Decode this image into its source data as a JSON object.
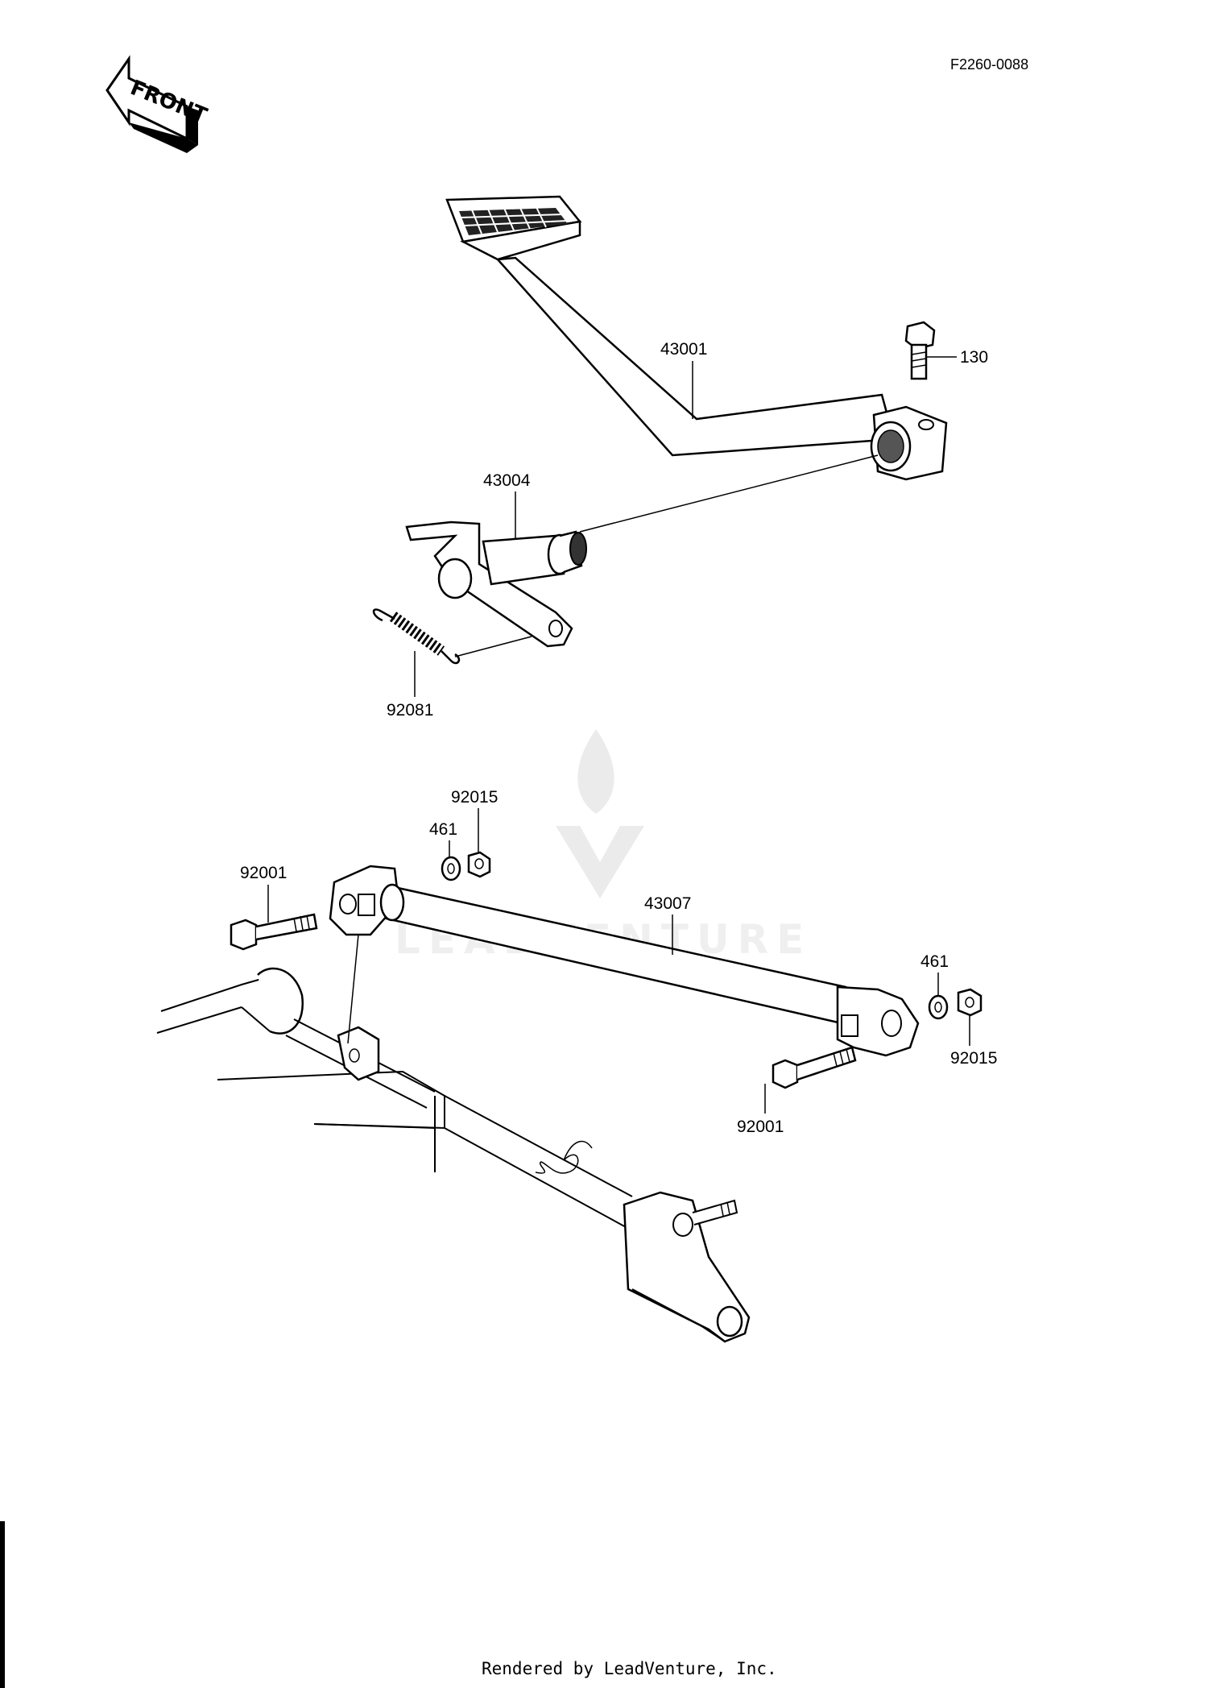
{
  "diagram_id": "F2260-0088",
  "front_label": "FRONT",
  "watermark": "LEADVENTURE",
  "footer": "Rendered by LeadVenture, Inc.",
  "callouts": {
    "c43001": "43001",
    "c130": "130",
    "c43004": "43004",
    "c92081": "92081",
    "c92015a": "92015",
    "c461a": "461",
    "c92001a": "92001",
    "c43007": "43007",
    "c461b": "461",
    "c92015b": "92015",
    "c92001b": "92001"
  }
}
